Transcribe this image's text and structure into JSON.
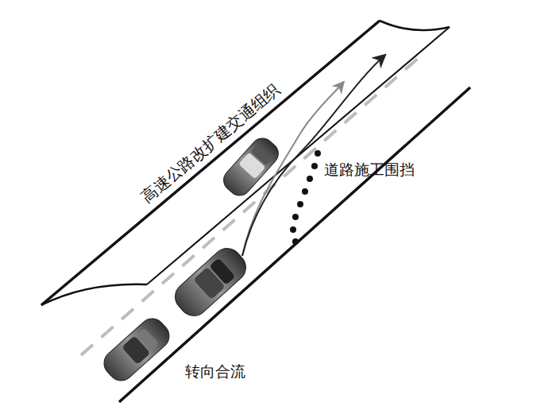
{
  "diagram": {
    "labels": [
      "高速公路改扩建交通组织",
      "道路施工围挡",
      "转向合流"
    ]
  }
}
